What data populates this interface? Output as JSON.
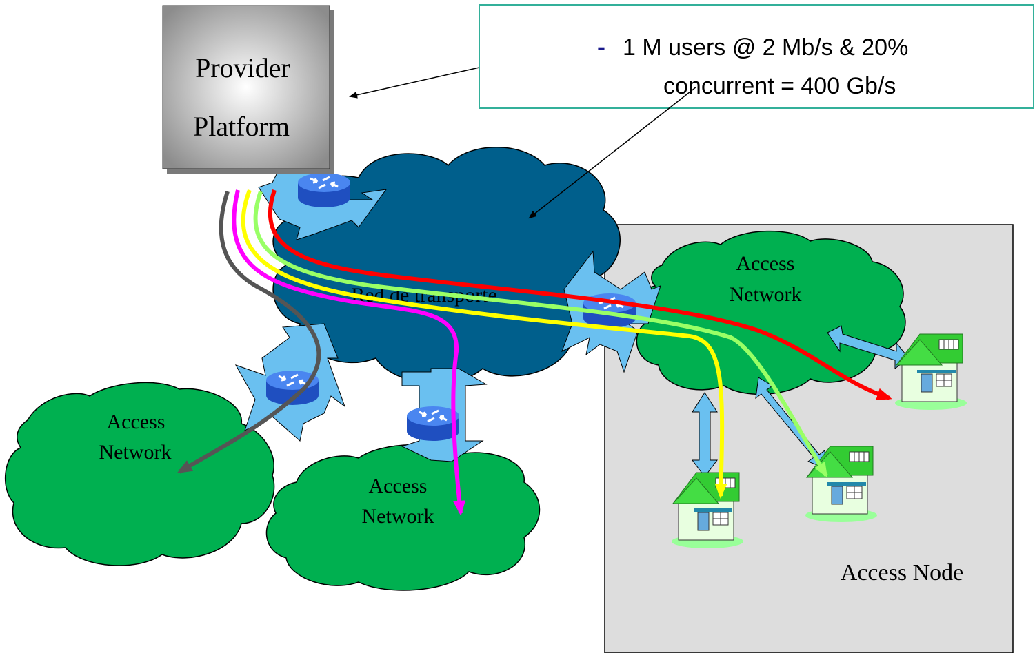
{
  "provider": {
    "line1": "Provider",
    "line2": "Platform"
  },
  "callout": {
    "bullet": "-",
    "line1": "1 M users @ 2 Mb/s & 20%",
    "line2": "concurrent = 400 Gb/s"
  },
  "core": {
    "label": "Red de transporte"
  },
  "access_networks": [
    {
      "line1": "Access",
      "line2": "Network"
    },
    {
      "line1": "Access",
      "line2": "Network"
    },
    {
      "line1": "Access",
      "line2": "Network"
    }
  ],
  "access_node": {
    "label": "Access Node"
  },
  "colors": {
    "cloud_core": "#005f8c",
    "cloud_access": "#00b050",
    "arrow_fill": "#6ac0f0",
    "router": "#2a5fd8",
    "stream_red": "#ff0000",
    "stream_green": "#99ff66",
    "stream_yellow": "#ffff00",
    "stream_magenta": "#ff00ff",
    "stream_gray": "#555555",
    "access_node_bg": "#dddddd",
    "callout_border": "#33b09a"
  }
}
